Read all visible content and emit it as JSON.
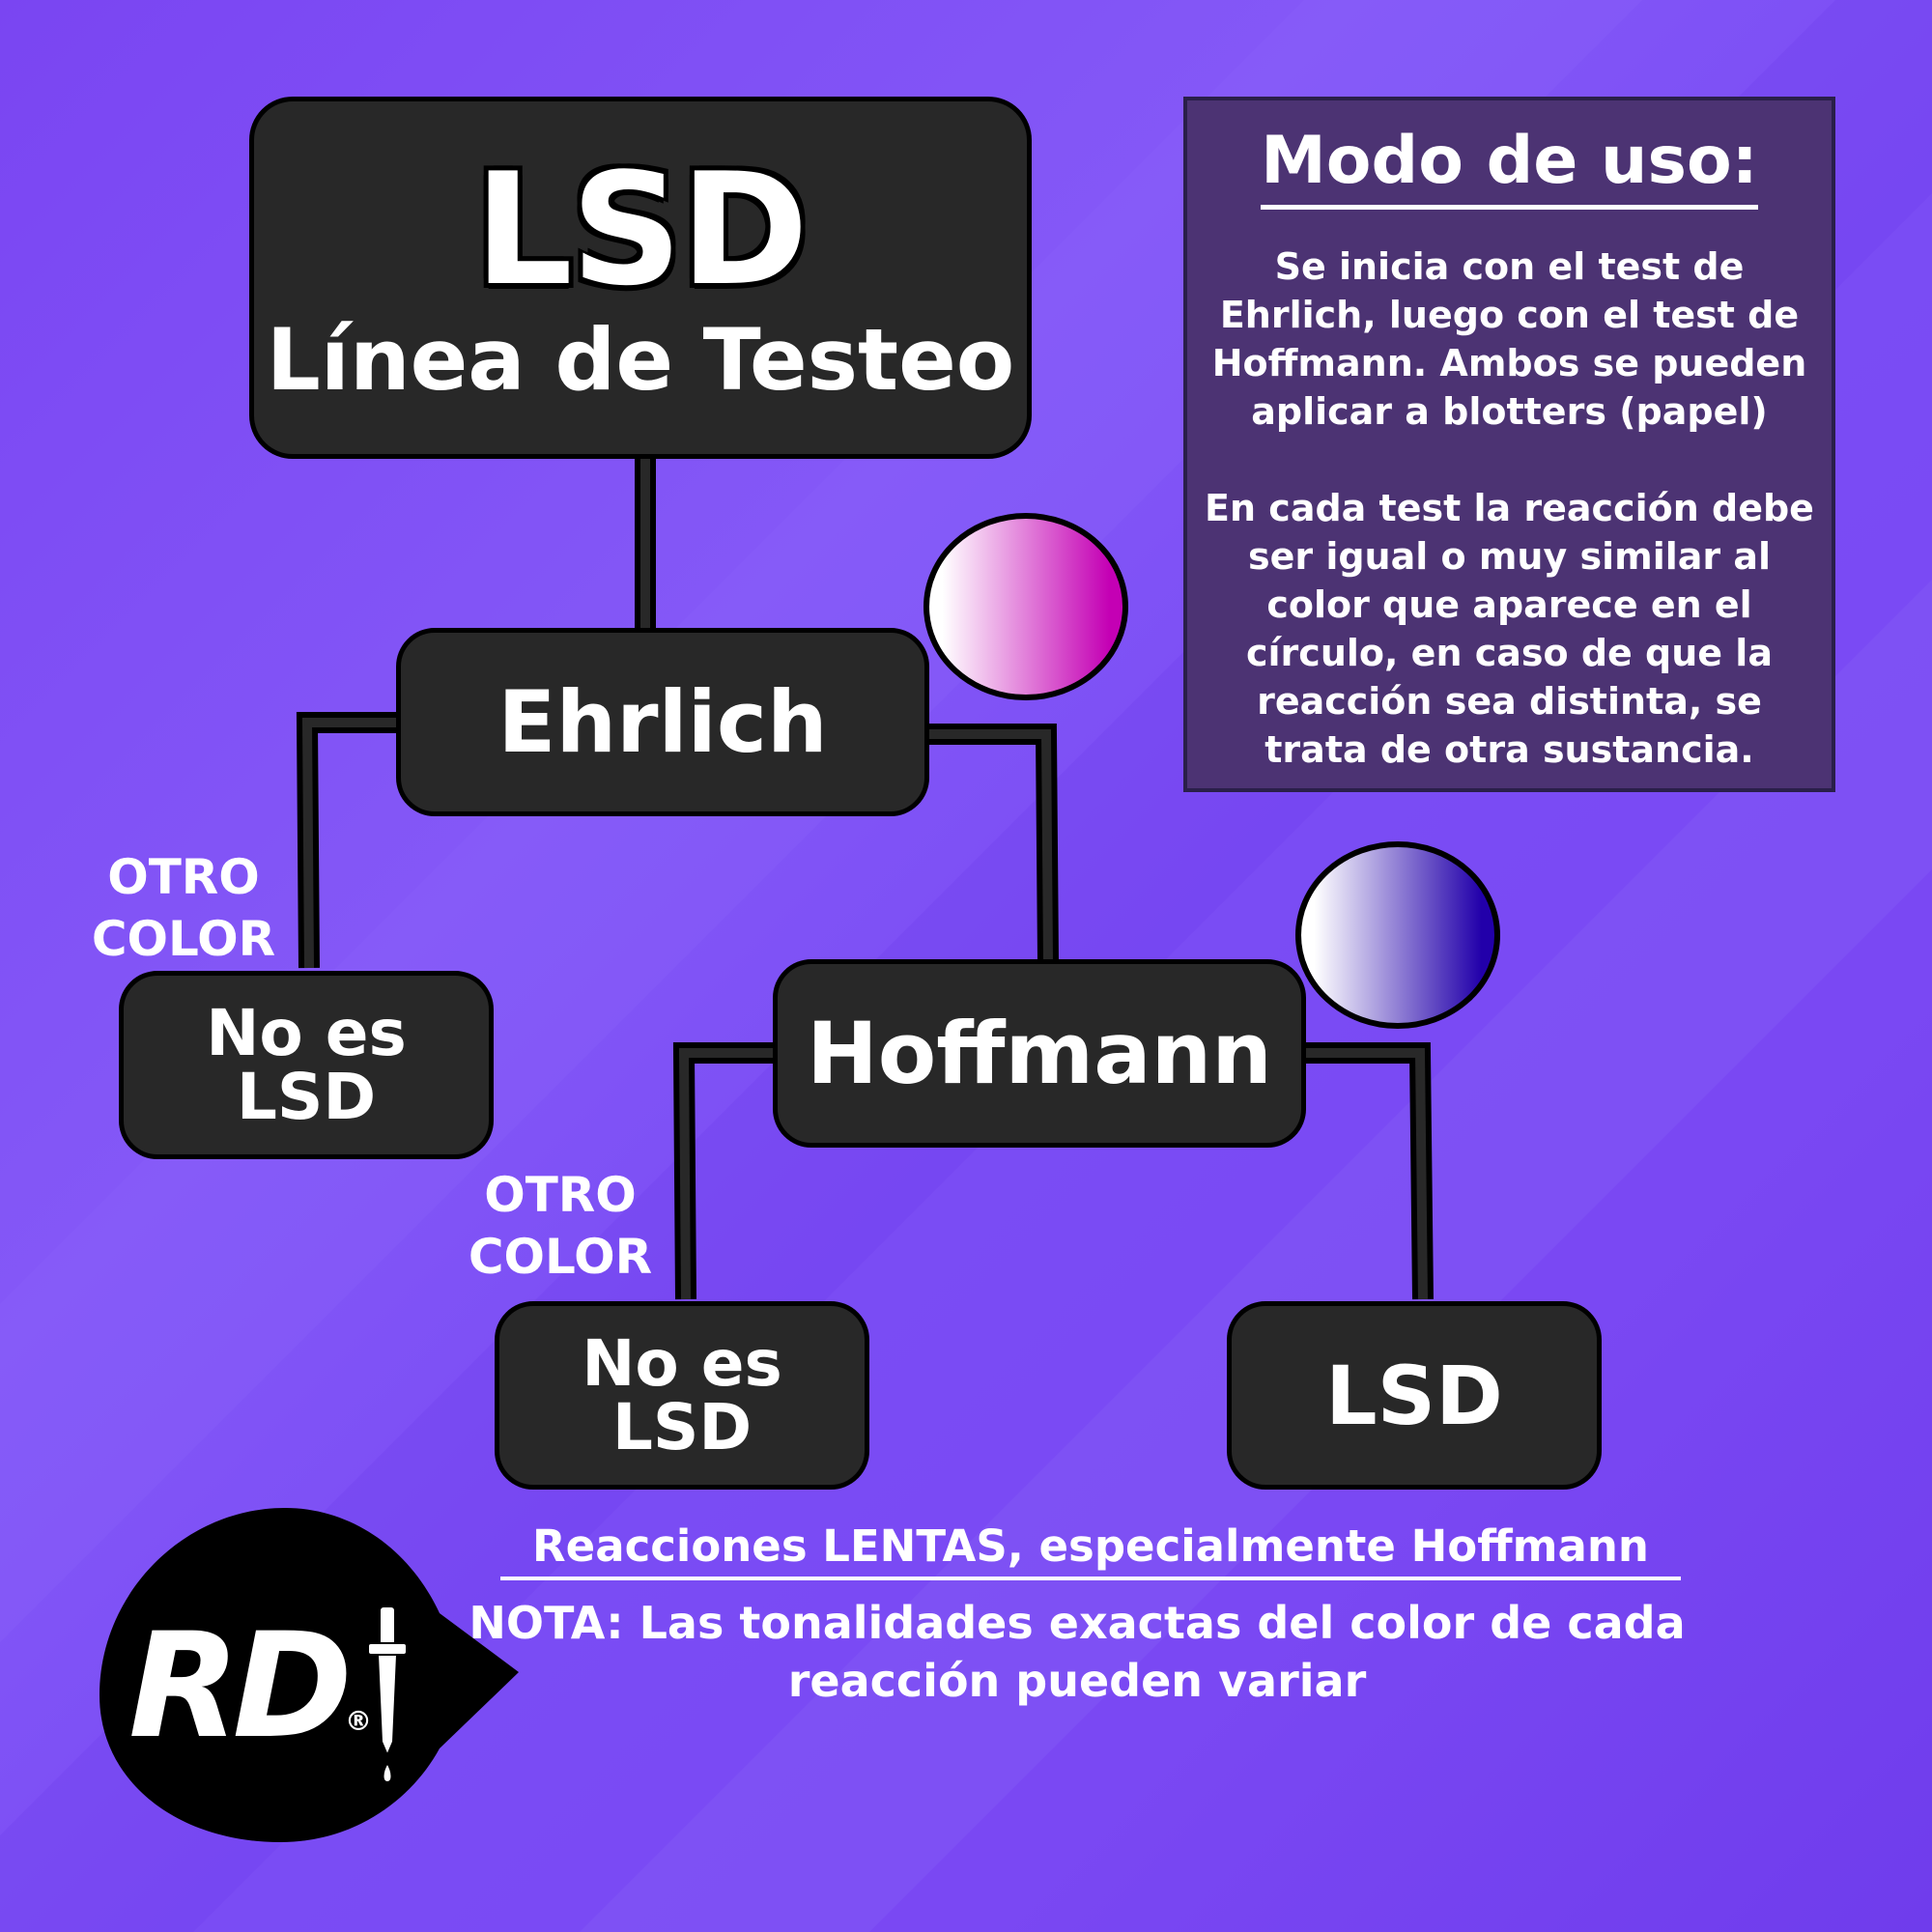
{
  "diagram": {
    "title": "LSD",
    "subtitle": "Línea de Testeo",
    "nodes": {
      "ehrlich": "Ehrlich",
      "hoffmann": "Hoffmann",
      "not_lsd_1_line1": "No es",
      "not_lsd_1_line2": "LSD",
      "not_lsd_2_line1": "No es",
      "not_lsd_2_line2": "LSD",
      "lsd_result": "LSD"
    },
    "branch_labels": {
      "other_color_1_line1": "OTRO",
      "other_color_1_line2": "COLOR",
      "other_color_2_line1": "OTRO",
      "other_color_2_line2": "COLOR"
    },
    "reaction_colors": {
      "ehrlich": {
        "from": "#ffffff",
        "to": "#c400b4"
      },
      "hoffmann": {
        "from": "#ffffff",
        "to": "#2200aa"
      }
    }
  },
  "instructions": {
    "title": "Modo de uso:",
    "paragraph1": "Se inicia con el test de Ehrlich, luego con el test de Hoffmann. Ambos se pueden aplicar a blotters (papel)",
    "paragraph2": "En cada test la reacción debe ser igual o muy similar al color que aparece en el círculo, en caso de que la reacción sea distinta, se trata de otra sustancia."
  },
  "notes": {
    "slow_reactions": "Reacciones LENTAS, especialmente Hoffmann",
    "note": "NOTA: Las tonalidades exactas del color de cada reacción pueden variar"
  },
  "logo": {
    "text": "RD",
    "registered": "®"
  },
  "colors": {
    "background": "#7a48f3",
    "box_fill": "#282828",
    "panel_fill": "#4c3373"
  }
}
